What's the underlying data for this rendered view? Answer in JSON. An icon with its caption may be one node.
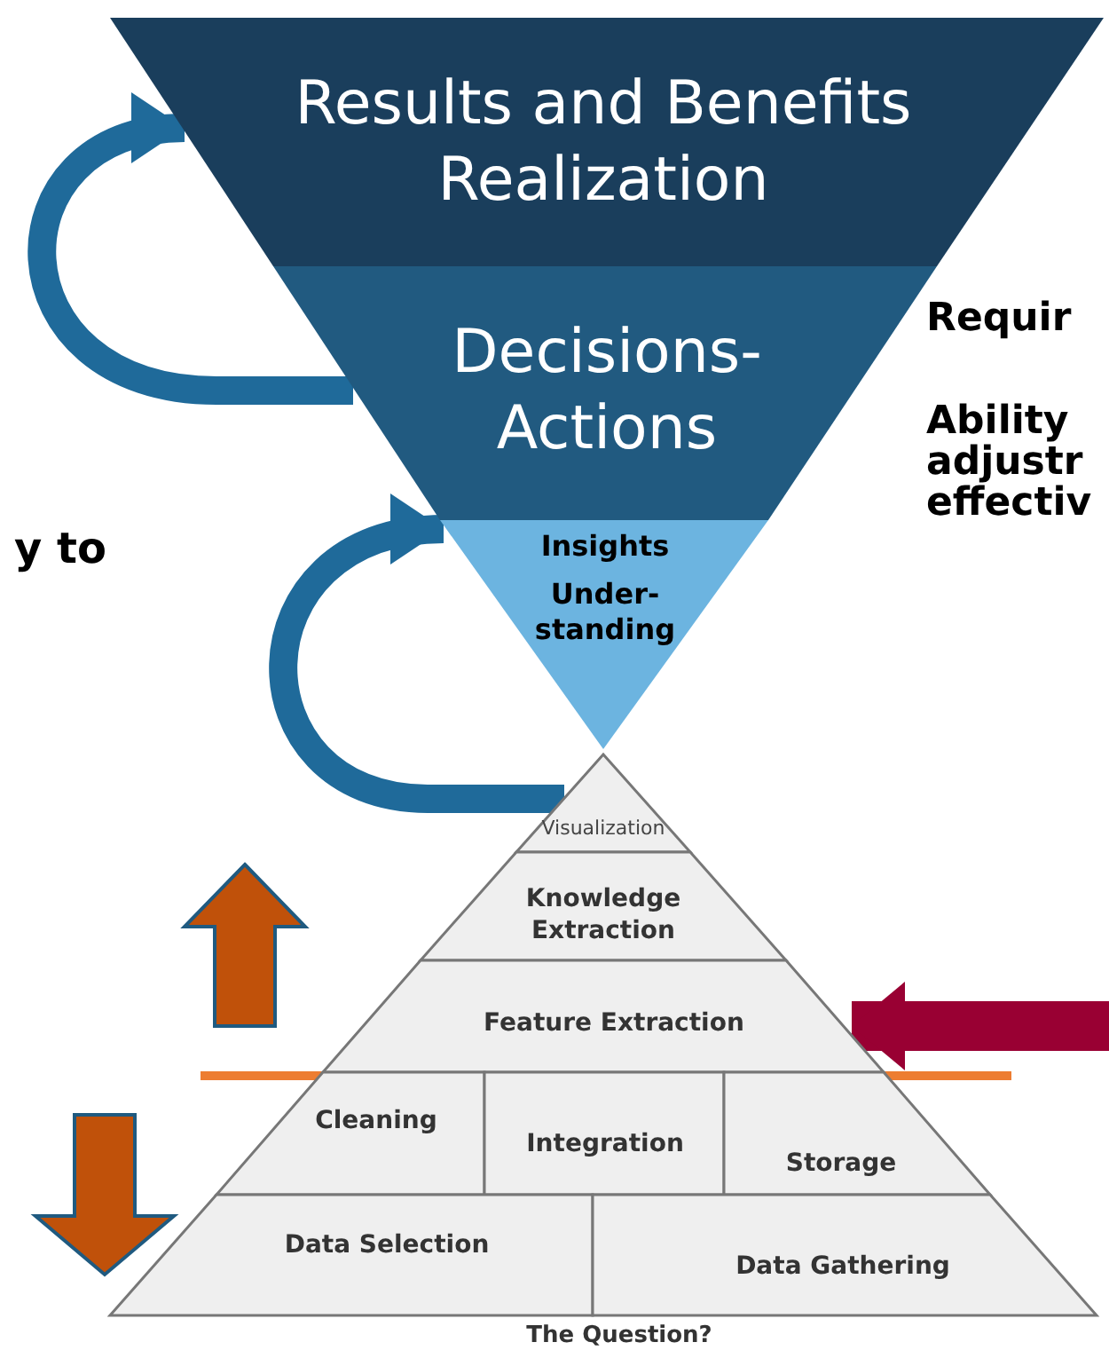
{
  "diagram": {
    "nodes": [
      {
        "text": [
          "Results and Benefits Realization"
        ]
      },
      {
        "text": [
          "Decisions- Actions"
        ]
      },
      {
        "text": [
          "Insights",
          "Under- standing"
        ]
      },
      {
        "text": [
          "Visualization"
        ]
      },
      {
        "text": [
          "Knowledge Extraction"
        ]
      },
      {
        "text": [
          "Feature Extraction"
        ]
      },
      {
        "text": [
          "Cleaning"
        ]
      },
      {
        "text": [
          "Integration"
        ]
      },
      {
        "text": [
          "Storage"
        ]
      },
      {
        "text": [
          "Data Selection"
        ]
      },
      {
        "text": [
          "Data Gathering"
        ]
      }
    ],
    "edges": [
      {
        "from": 1,
        "to": 0,
        "arrow": "to"
      },
      {
        "from": 3,
        "to": 2,
        "arrow": "to"
      },
      {
        "from": null,
        "to": 5,
        "arrow": "to",
        "color": "#990033"
      }
    ],
    "labels": [
      "Requir",
      "Ability adjustr effectiv",
      "y to",
      "The Question?"
    ]
  }
}
